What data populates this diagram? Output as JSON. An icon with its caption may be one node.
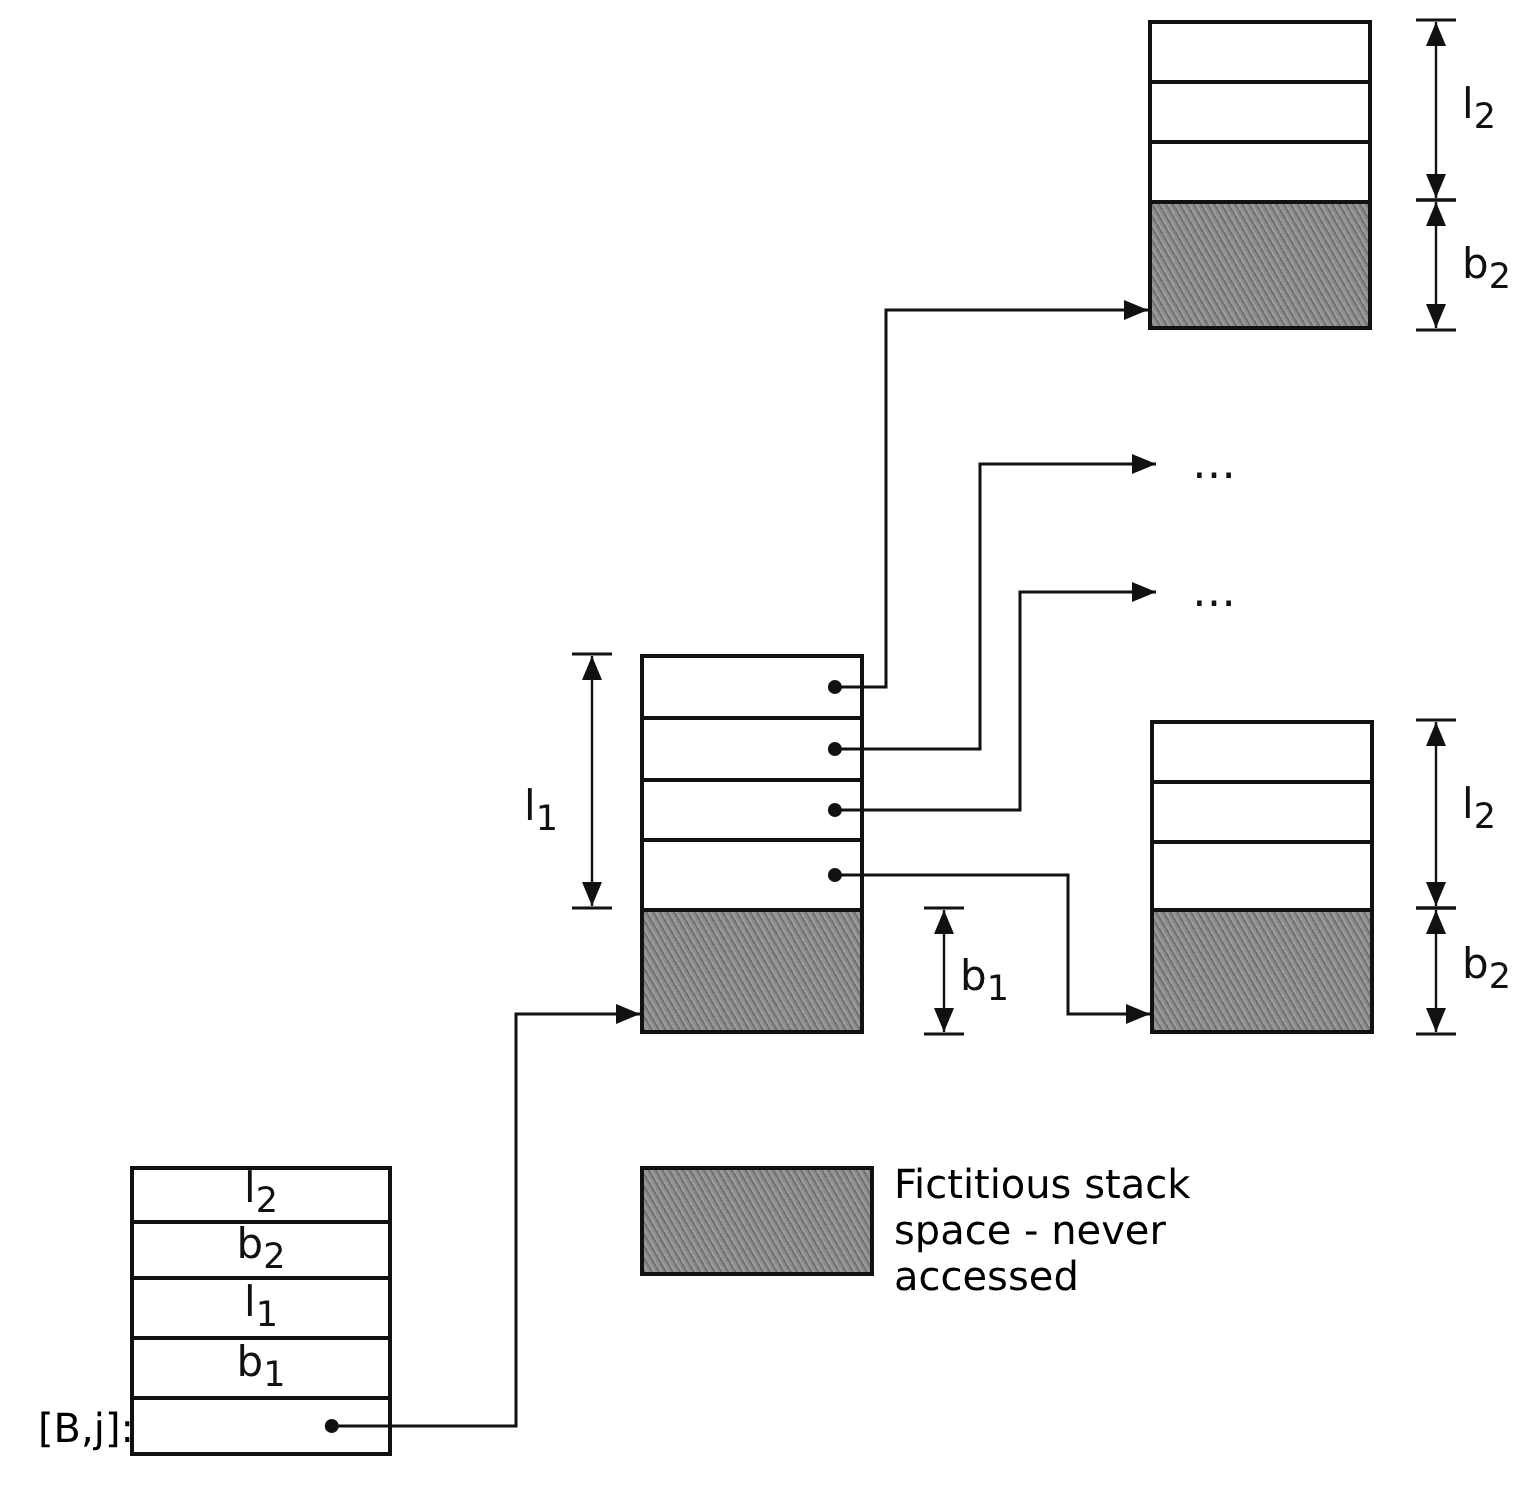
{
  "diagram": {
    "nodes": [
      {
        "text": [],
        "shape": "box"
      },
      {
        "text": [],
        "shape": "box"
      },
      {
        "text": [],
        "shape": "box"
      },
      {
        "text": [],
        "shape": "box"
      },
      {
        "text": [
          "…"
        ]
      },
      {
        "text": [
          "…"
        ]
      },
      {
        "text": [],
        "shape": "box"
      },
      {
        "text": [],
        "shape": "box"
      },
      {
        "text": [],
        "shape": "box"
      },
      {
        "text": [],
        "shape": "box"
      },
      {
        "text": [],
        "shape": "box"
      },
      {
        "text": [],
        "shape": "box"
      },
      {
        "text": [],
        "shape": "box"
      },
      {
        "text": [],
        "shape": "box"
      },
      {
        "text": [],
        "shape": "box"
      },
      {
        "text": [
          "l$_{2}$"
        ]
      },
      {
        "text": [
          "b$_{2}$"
        ]
      },
      {
        "text": [
          "l$_{1}$"
        ]
      },
      {
        "text": [
          "b$_{1}$"
        ]
      },
      {
        "text": [],
        "shape": "box",
        "beside": [
          "[B,j]:"
        ]
      }
    ],
    "edges": [
      {
        "from": 19,
        "to": 10,
        "arrow": "to"
      },
      {
        "from": 6,
        "to": 3,
        "arrow": "to"
      },
      {
        "from": 7,
        "to": 4,
        "arrow": "to"
      },
      {
        "from": 8,
        "to": 5,
        "arrow": "to"
      },
      {
        "from": 9,
        "to": 14,
        "arrow": "to"
      }
    ],
    "labels": [
      "l$_{2}$",
      "b$_{2}$",
      "l$_{1}$",
      "b$_{1}$",
      "l$_{2}$",
      "b$_{2}$"
    ],
    "legend": [
      {
        "text": "Fictitious stack space - never accessed",
        "color": "#8c8c8c"
      }
    ]
  }
}
